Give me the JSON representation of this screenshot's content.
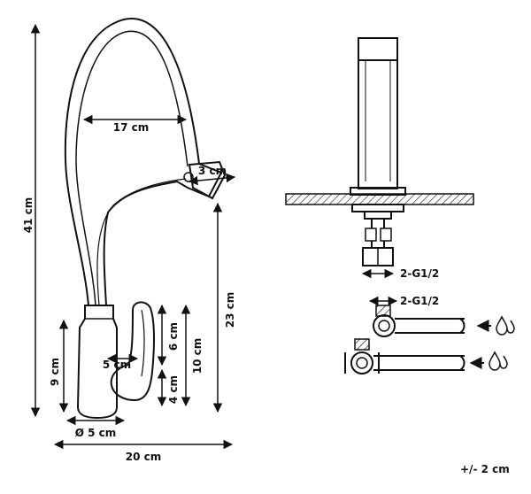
{
  "diagram": {
    "labels": {
      "total_height": "41 cm",
      "spout_reach": "17 cm",
      "spout_diameter": "3 cm",
      "spout_height": "23 cm",
      "lever_height": "6 cm",
      "lever_to_base": "10 cm",
      "body_height": "9 cm",
      "lever_bottom": "4 cm",
      "lever_width": "5 cm",
      "base_diameter": "Ø 5 cm",
      "total_width": "20 cm",
      "hose_thread": "2-G1/2",
      "connector_thread": "2-G1/2",
      "tolerance": "+/- 2 cm"
    },
    "icons": {
      "cold_water": "water-drops-icon",
      "hot_water": "water-drops-icon"
    }
  }
}
